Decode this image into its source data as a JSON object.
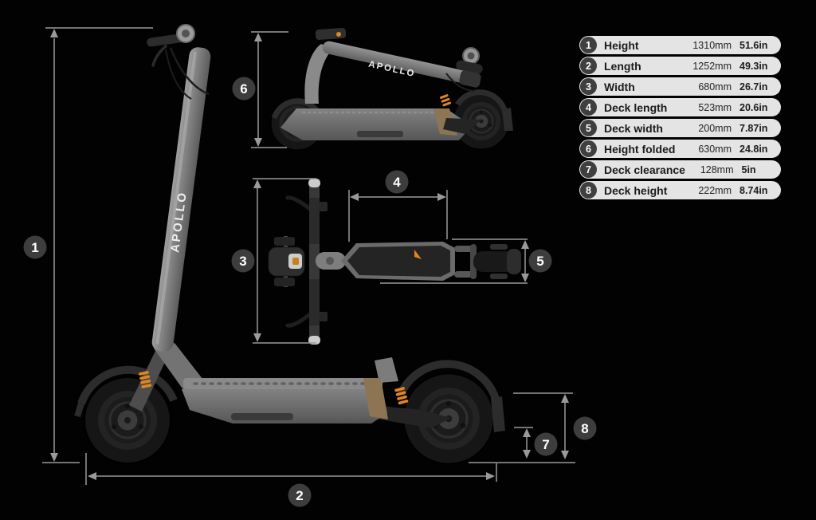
{
  "diagram": {
    "brand_logo": "APOLLO",
    "markers": {
      "height": "1",
      "length": "2",
      "width": "3",
      "deck_length": "4",
      "deck_width": "5",
      "height_folded": "6",
      "deck_clearance": "7",
      "deck_height": "8"
    }
  },
  "spec_table": {
    "rows": [
      {
        "num": "1",
        "label": "Height",
        "mm": "1310mm",
        "inches": "51.6in"
      },
      {
        "num": "2",
        "label": "Length",
        "mm": "1252mm",
        "inches": "49.3in"
      },
      {
        "num": "3",
        "label": "Width",
        "mm": "680mm",
        "inches": "26.7in"
      },
      {
        "num": "4",
        "label": "Deck length",
        "mm": "523mm",
        "inches": "20.6in"
      },
      {
        "num": "5",
        "label": "Deck width",
        "mm": "200mm",
        "inches": "7.87in"
      },
      {
        "num": "6",
        "label": "Height folded",
        "mm": "630mm",
        "inches": "24.8in"
      },
      {
        "num": "7",
        "label": "Deck clearance",
        "mm": "128mm",
        "inches": "5in"
      },
      {
        "num": "8",
        "label": "Deck height",
        "mm": "222mm",
        "inches": "8.74in"
      }
    ]
  },
  "colors": {
    "background": "#020202",
    "dimension_line": "#9a9a9a",
    "marker_badge": "#3d3d3d",
    "table_row_bg": "#e4e4e4",
    "accent_orange": "#e0861f"
  }
}
